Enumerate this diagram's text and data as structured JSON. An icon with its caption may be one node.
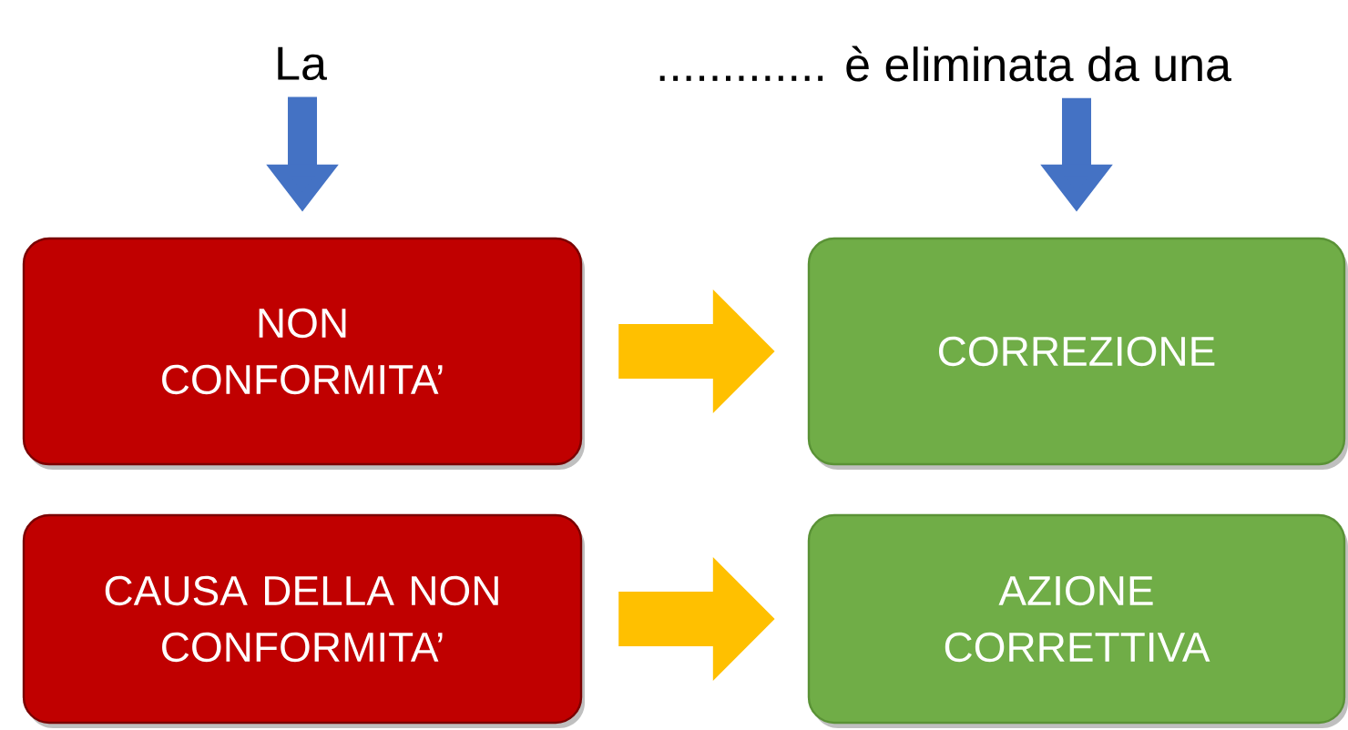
{
  "diagram": {
    "nodes": [
      {
        "text": [
          "La"
        ]
      },
      {
        "text": [
          "............. è eliminata da una"
        ]
      },
      {
        "text": [
          "NON CONFORMITA’"
        ]
      },
      {
        "text": [
          "CORREZIONE"
        ]
      },
      {
        "text": [
          "CAUSA DELLA NON CONFORMITA’"
        ]
      },
      {
        "text": [
          "AZIONE CORRETTIVA"
        ]
      }
    ],
    "edges": [
      {
        "from": 0,
        "to": 2,
        "arrow": "to",
        "color": "#4472c4"
      },
      {
        "from": 1,
        "to": 3,
        "arrow": "to",
        "color": "#4472c4"
      },
      {
        "from": 2,
        "to": 3,
        "arrow": "to",
        "color": "#ffc000",
        "style": "thick"
      },
      {
        "from": 4,
        "to": 5,
        "arrow": "to",
        "color": "#ffc000",
        "style": "thick"
      }
    ]
  }
}
